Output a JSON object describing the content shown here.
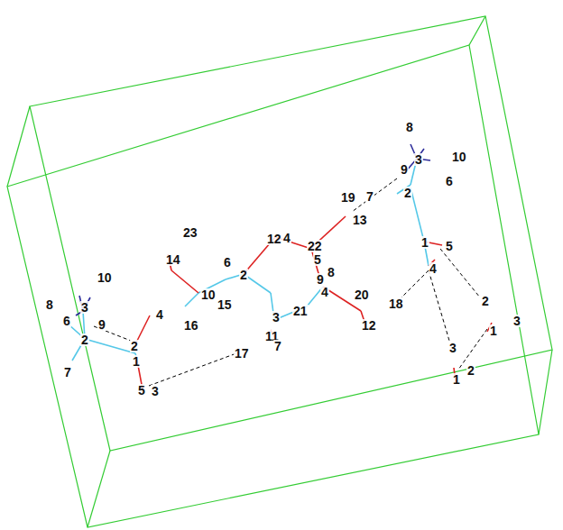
{
  "diagram": {
    "labels": [
      "8",
      "10",
      "9",
      "3",
      "19",
      "7",
      "6",
      "2",
      "13",
      "23",
      "1",
      "5",
      "12",
      "4",
      "22",
      "14",
      "6",
      "5",
      "4",
      "10",
      "2",
      "9",
      "8",
      "10",
      "15",
      "4",
      "20",
      "18",
      "2",
      "8",
      "3",
      "4",
      "16",
      "3",
      "21",
      "12",
      "3",
      "6",
      "9",
      "2",
      "1",
      "11",
      "7",
      "3",
      "2",
      "1",
      "17",
      "7",
      "1",
      "2",
      "5",
      "3"
    ]
  }
}
